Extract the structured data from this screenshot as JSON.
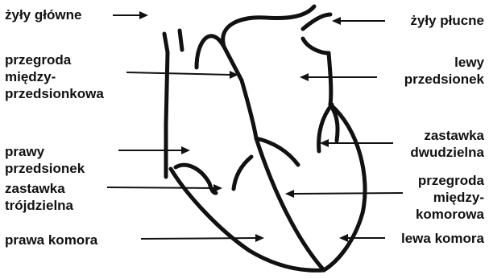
{
  "labels": {
    "zyly_glowne": [
      "żyły główne"
    ],
    "przegroda_przedsionkowa": [
      "przegroda",
      "między-",
      "przedsionkowa"
    ],
    "prawy_przedsionek": [
      "prawy",
      "przedsionek"
    ],
    "zastawka_trojdzielna": [
      "zastawka",
      "trójdzielna"
    ],
    "prawa_komora": [
      "prawa komora"
    ],
    "zyly_plucne": [
      "żyły płucne"
    ],
    "lewy_przedsionek": [
      "lewy",
      "przedsionek"
    ],
    "zastawka_dwudzielna": [
      "zastawka",
      "dwudzielna"
    ],
    "przegroda_komorowa": [
      "przegroda",
      "między-",
      "komorowa"
    ],
    "lewa_komora": [
      "lewa komora"
    ]
  },
  "colors": {
    "ink": "#111111",
    "background": "#ffffff"
  }
}
